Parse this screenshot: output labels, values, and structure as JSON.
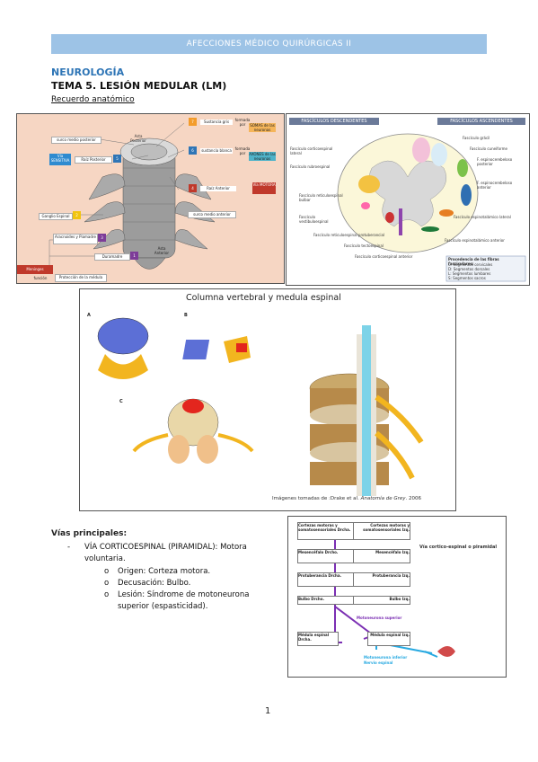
{
  "header": {
    "title": "AFECCIONES MÉDICO QUIRÚRGICAS II"
  },
  "section": {
    "subject": "NEUROLOGÍA",
    "topic": "TEMA 5. LESIÓN MEDULAR (LM)",
    "subtitle": "Recuerdo anatómico"
  },
  "figure_spinal": {
    "labels": {
      "surco_post": "surco medio posterior",
      "vasta_post": "Asta Posterior",
      "via_sens": "Vía SENSITIVA",
      "raiz_post": "Raíz Posterior",
      "num5": "5",
      "num7": "7",
      "sust_gris": "Sustancia gris",
      "formada_por": "formada por",
      "somas": "SOMAS de las neuronas",
      "num6": "6",
      "sust_blanca": "sustancia blanca",
      "formada_por2": "formada por",
      "axones": "AXONES de las neuronas",
      "num4": "4",
      "raiz_ant": "Raíz Anterior",
      "via_motora": "Vía MOTORA",
      "surco_ant": "surco medio anterior",
      "ganglio": "Ganglio Espinal",
      "num2": "2",
      "aracnoides": "Aracnoides y Piamadre",
      "num3": "3",
      "duramadre": "Duramadre",
      "num1": "1",
      "asta_ant": "Asta Anterior",
      "meninges": "Meninges",
      "funcion": "función",
      "proteccion": "Protección de la médula"
    }
  },
  "figure_fasciculos": {
    "desc_title": "FASCÍCULOS DESCENDENTES",
    "asc_title": "FASCÍCULOS ASCENDENTES",
    "left_labels": [
      "Fascículo corticoespinal lateral",
      "Fascículo rubroespinal",
      "Fascículo reticuloespinal bulbar",
      "Fascículo vestibuloespinal",
      "Fascículo reticuloespinal protuberancial",
      "Fascículo tectoespinal",
      "Fascículo corticoespinal anterior"
    ],
    "right_labels": [
      "Fascículo grácil",
      "Fascículo cuneiforme",
      "F. espinocerebeloso posterior",
      "F. espinocerebeloso anterior",
      "Fascículo espinotalámico lateral",
      "Fascículo espinotalámico anterior"
    ],
    "legend_title": "Procedencia de las fibras fasciculares:",
    "legend": [
      "C: Segmentos cervicales",
      "D: Segmentos dorsales",
      "L: Segmentos lumbares",
      "S: Segmentos sacros"
    ]
  },
  "figure_columna": {
    "title": "Columna vertebral y medula espinal",
    "credit_prefix": "Imágenes tomadas de :Drake et al. ",
    "credit_book": "Anatomía de Grey",
    "credit_year": ". 2006",
    "label_a": "A",
    "label_b": "B",
    "label_c": "C"
  },
  "vias": {
    "title": "Vías principales:",
    "item_dash": "-",
    "item_main": "VÍA CORTICOESPINAL (PIRAMIDAL): Motora voluntaria.",
    "bullet": "o",
    "sub": [
      "Origen: Corteza motora.",
      "Decusación: Bulbo.",
      "Lesión: Síndrome de motoneurona superior (espasticidad)."
    ]
  },
  "figure_via": {
    "left_boxes": [
      "Cortezas motoras y somatosensoriales Drcha.",
      "Mesencéfalo Drcho.",
      "Protuberancia Drcha.",
      "Bulbo Drcho.",
      "Médula espinal Drcha."
    ],
    "right_boxes": [
      "Cortezas motoras y somatosensoriales Izq.",
      "Mesencéfalo Izq.",
      "Protuberancia Izq.",
      "Bulbo Izq.",
      "Médula espinal Izq."
    ],
    "title": "Vía cortico-espinal o piramidal",
    "upper": "Motoneurona superior",
    "lower1": "Motoneurona inferior",
    "lower2": "Nervio espinal"
  },
  "page": {
    "number": "1"
  }
}
